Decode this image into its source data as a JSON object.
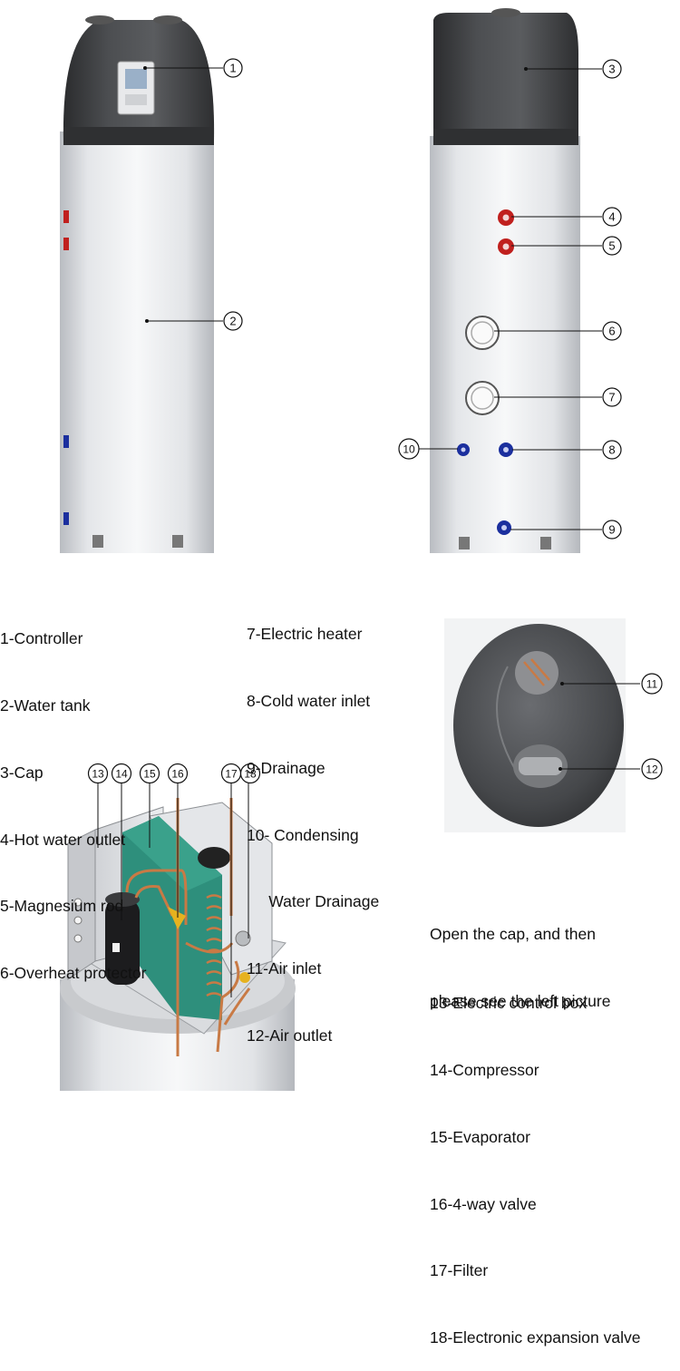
{
  "callout_numbers": [
    "1",
    "2",
    "3",
    "4",
    "5",
    "6",
    "7",
    "8",
    "9",
    "10",
    "11",
    "12",
    "13",
    "14",
    "15",
    "16",
    "17",
    "18"
  ],
  "legend_left": [
    "1-Controller",
    "2-Water tank",
    "3-Cap",
    "4-Hot water outlet",
    "5-Magnesium rod",
    "6-Overheat protector"
  ],
  "legend_middle": [
    "7-Electric heater",
    "8-Cold water inlet",
    "9-Drainage",
    "10- Condensing",
    "     Water Drainage",
    "11-Air inlet",
    "12-Air outlet"
  ],
  "note": [
    "Open the cap, and then",
    "please see the left picture"
  ],
  "legend_bottom": [
    "13-Electric control box",
    "14-Compressor",
    "15-Evaporator",
    "16-4-way valve",
    "17-Filter",
    "18-Electronic expansion valve"
  ],
  "colors": {
    "tank_body": "#e6e8eb",
    "cap": "#3f4143",
    "hot_outlet": "#c0201e",
    "cold_inlet": "#1b2f9e",
    "evaporator": "#2e8f7c",
    "copper": "#c87a45"
  }
}
